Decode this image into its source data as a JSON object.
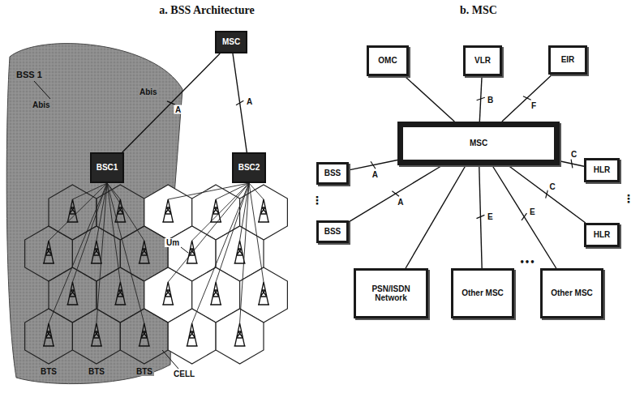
{
  "diagram": {
    "nodes": [
      {
        "text": [
          "MSC"
        ]
      },
      {
        "text": [
          "BSC1"
        ]
      },
      {
        "text": [
          "BSC2"
        ]
      },
      {
        "text": [
          "OMC"
        ]
      },
      {
        "text": [
          "VLR"
        ]
      },
      {
        "text": [
          "EIR"
        ]
      },
      {
        "text": [
          "BSS"
        ]
      },
      {
        "text": [
          "HLR"
        ]
      },
      {
        "text": [
          "MSC"
        ]
      },
      {
        "text": [
          "BSS"
        ]
      },
      {
        "text": [
          "HLR"
        ]
      },
      {
        "text": [
          "PSN/ISDN Network"
        ]
      },
      {
        "text": [
          "Other MSC"
        ]
      },
      {
        "text": [
          "Other MSC"
        ]
      }
    ],
    "edges": [
      {
        "from": 0,
        "to": 1,
        "label": "A",
        "arrow": "none"
      },
      {
        "from": 0,
        "to": 2,
        "label": "A",
        "arrow": "none"
      },
      {
        "from": 8,
        "to": 3,
        "arrow": "none"
      },
      {
        "from": 8,
        "to": 4,
        "label": "B",
        "arrow": "none"
      },
      {
        "from": 8,
        "to": 5,
        "label": "F",
        "arrow": "none"
      },
      {
        "from": 6,
        "to": 8,
        "label": "A",
        "arrow": "none"
      },
      {
        "from": 9,
        "to": 8,
        "label": "A",
        "arrow": "none"
      },
      {
        "from": 8,
        "to": 7,
        "label": "C",
        "arrow": "none"
      },
      {
        "from": 8,
        "to": 10,
        "label": "C",
        "arrow": "none"
      },
      {
        "from": 8,
        "to": 11,
        "arrow": "none"
      },
      {
        "from": 8,
        "to": 12,
        "label": "E",
        "arrow": "none"
      },
      {
        "from": 8,
        "to": 13,
        "label": "E",
        "arrow": "none"
      }
    ],
    "labels": [
      "a. BSS Architecture",
      "b. MSC",
      "BSS 1",
      "Abis",
      "Abis",
      "Um",
      "BTS",
      "BTS",
      "BTS",
      "CELL",
      "⋮",
      "⋮",
      "•••"
    ]
  }
}
